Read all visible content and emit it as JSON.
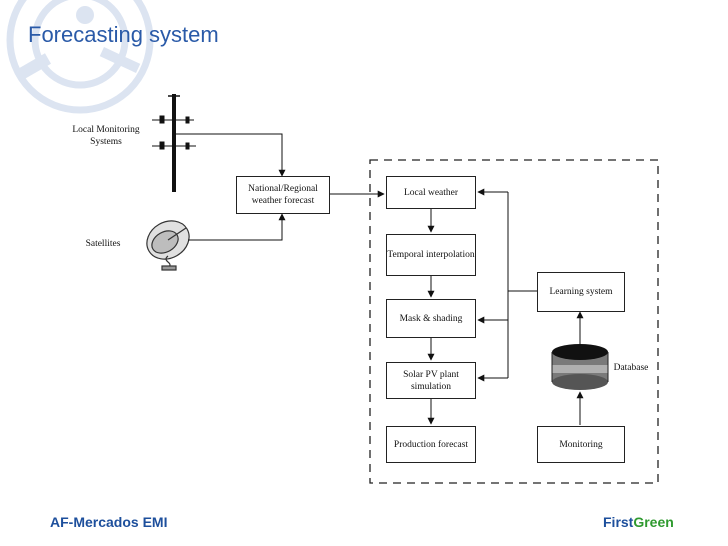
{
  "slide": {
    "title": "Forecasting system",
    "footer_left": "AF-Mercados EMI",
    "footer_right_a": "First",
    "footer_right_b": "Green"
  },
  "diagram": {
    "local_monitoring": "Local Monitoring Systems",
    "satellites": "Satellites",
    "national_forecast": "National/Regional weather forecast",
    "local_weather": "Local weather",
    "temporal_interpolation": "Temporal interpolation",
    "mask_shading": "Mask & shading",
    "pv_simulation": "Solar PV plant simulation",
    "production_forecast": "Production forecast",
    "learning_system": "Learning system",
    "database": "Database",
    "monitoring": "Monitoring"
  },
  "colors": {
    "title": "#2a5aa8",
    "footer": "#1d4f9c",
    "green": "#2f9a2f",
    "watermark": "#dce4f1"
  }
}
